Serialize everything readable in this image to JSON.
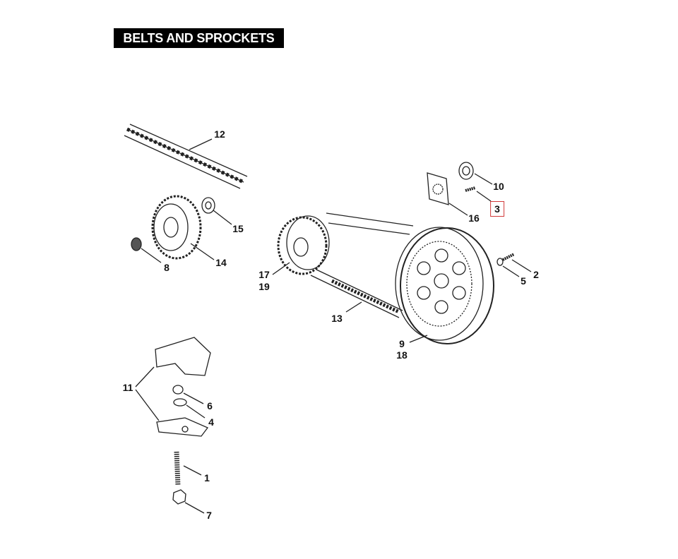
{
  "title": "BELTS AND SPROCKETS",
  "highlight_color": "#d23a3a",
  "callouts": {
    "c1": "1",
    "c2": "2",
    "c3": "3",
    "c4": "4",
    "c5": "5",
    "c6": "6",
    "c7": "7",
    "c8": "8",
    "c9": "9",
    "c10": "10",
    "c11": "11",
    "c12": "12",
    "c13": "13",
    "c14": "14",
    "c15": "15",
    "c16": "16",
    "c17": "17",
    "c18": "18",
    "c19": "19"
  },
  "highlighted_callout": "3"
}
